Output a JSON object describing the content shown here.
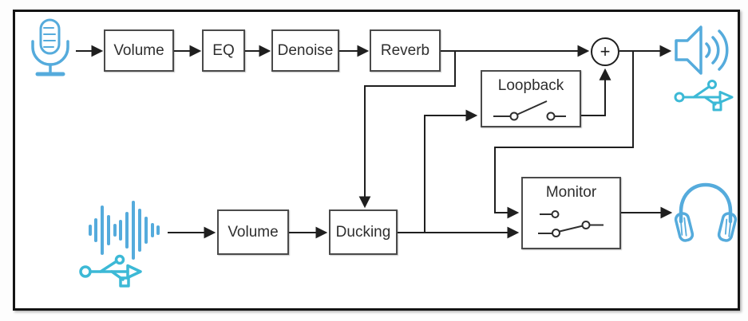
{
  "blocks": {
    "mic_volume": "Volume",
    "eq": "EQ",
    "denoise": "Denoise",
    "reverb": "Reverb",
    "loopback": "Loopback",
    "usb_volume": "Volume",
    "ducking": "Ducking",
    "monitor": "Monitor",
    "sum_symbol": "+"
  },
  "icons": [
    "microphone-icon",
    "speaker-icon",
    "usb-output-icon",
    "waveform-icon",
    "usb-input-icon",
    "headphones-icon",
    "open-switch-icon",
    "selector-switch-icon",
    "sum-node-icon"
  ],
  "colors": {
    "line": "#1f1f1f",
    "frame": "#141414",
    "box_border": "#4a4a4a",
    "box_fill": "#ffffff",
    "text": "#2e2e2e",
    "icon_blue": "#55abdc",
    "usb_teal": "#3cb9d6"
  }
}
